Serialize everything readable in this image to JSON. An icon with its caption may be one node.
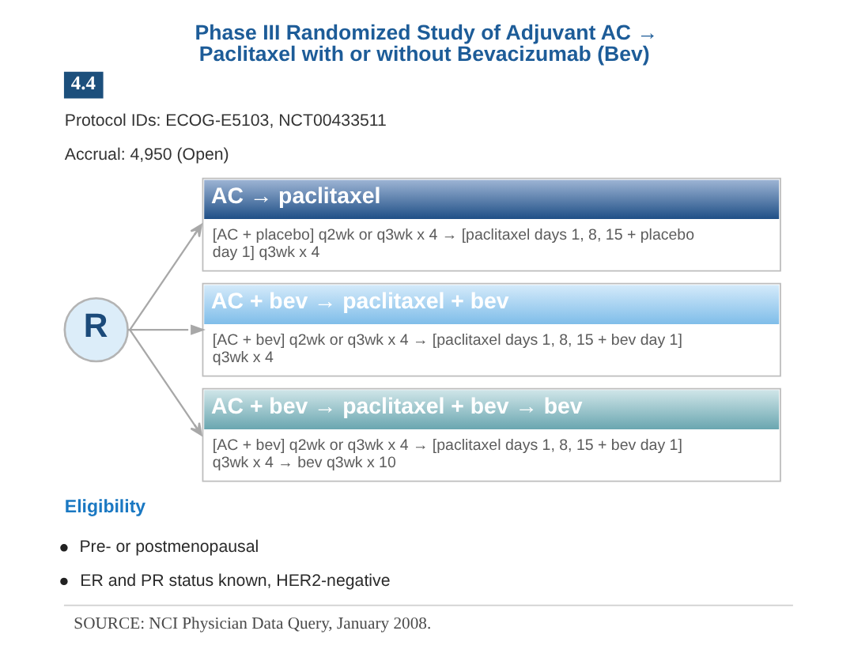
{
  "diagram": {
    "title": "Phase III Randomized Study of Adjuvant AC → Paclitaxel with or without Bevacizumab (Bev)",
    "caption": "SOURCE: NCI Physician Data Query, January 2008.",
    "nodes": [
      {
        "text": [
          "R"
        ]
      },
      {
        "text": [
          "AC → paclitaxel",
          "[AC + placebo] q2wk or q3wk x 4 → [paclitaxel days 1, 8, 15 + placebo day 1] q3wk x 4"
        ]
      },
      {
        "text": [
          "AC + bev → paclitaxel + bev",
          "[AC + bev] q2wk or q3wk x 4 → [paclitaxel days 1, 8, 15 + bev day 1] q3wk x 4"
        ]
      },
      {
        "text": [
          "AC + bev → paclitaxel + bev → bev",
          "[AC + bev] q2wk or q3wk x 4 → [paclitaxel days 1, 8, 15 + bev day 1] q3wk x 4 → bev q3wk x 10"
        ]
      }
    ],
    "edges": [
      {
        "from": 0,
        "to": 1,
        "arrow": "to"
      },
      {
        "from": 0,
        "to": 2,
        "arrow": "to"
      },
      {
        "from": 0,
        "to": 3,
        "arrow": "to"
      }
    ],
    "labels": [
      "4.4",
      "Protocol IDs: ECOG-E5103, NCT00433511",
      "Accrual: 4,950 (Open)",
      "Eligibility",
      "Pre- or postmenopausal",
      "ER and PR status known, HER2-negative"
    ]
  }
}
